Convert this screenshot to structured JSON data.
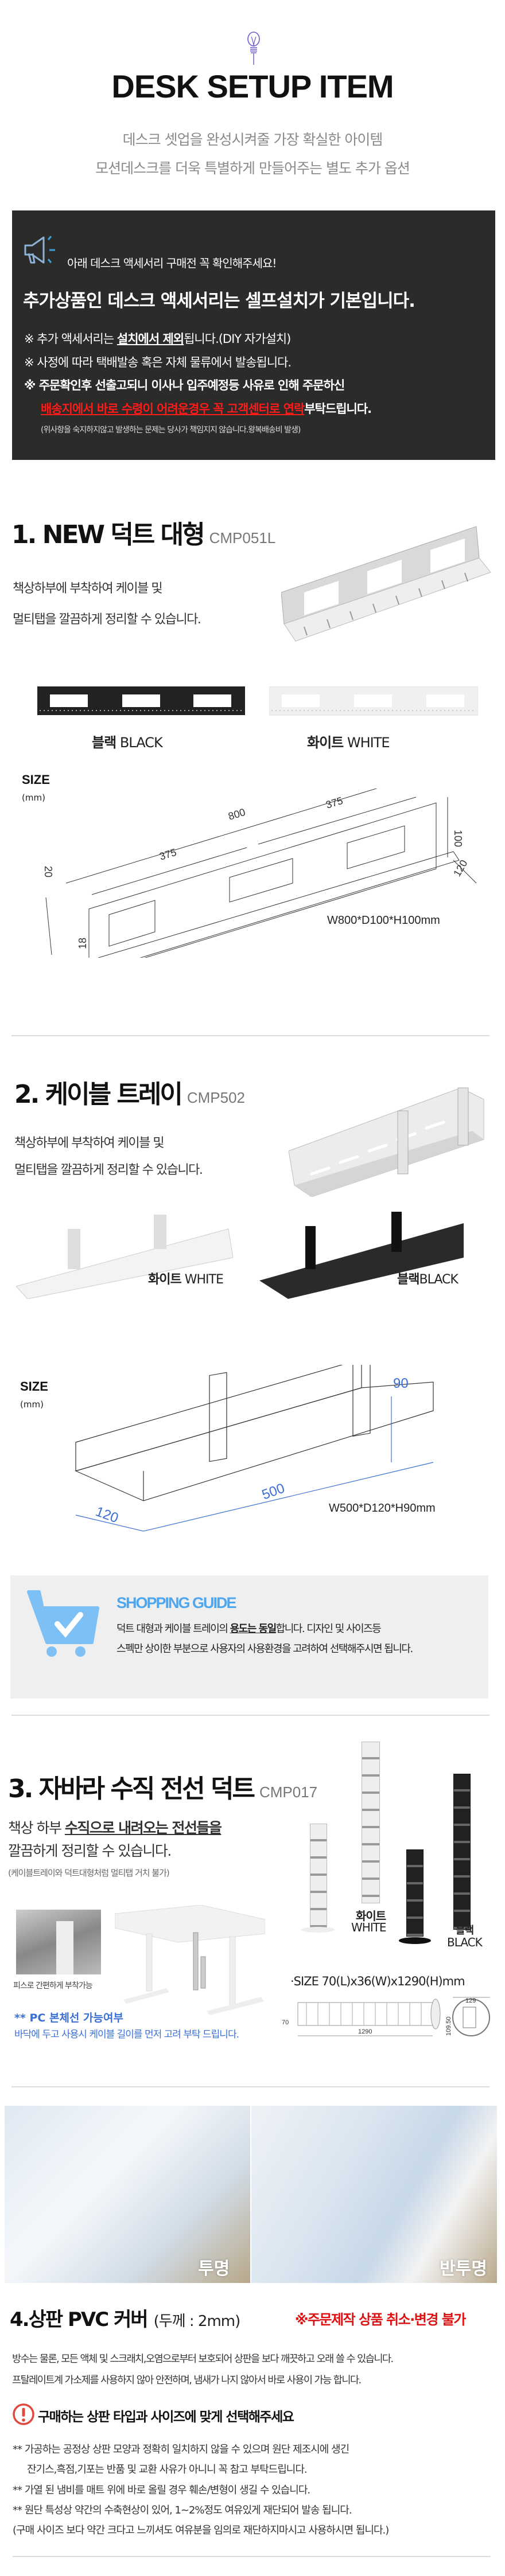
{
  "header": {
    "icon": "lightbulb-icon",
    "title": "DESK SETUP ITEM",
    "subtitle_1": "데스크 셋업을 완성시켜줄 가장 확실한 아이템",
    "subtitle_2": "모션데스크를 더욱 특별하게 만들어주는 별도 추가 옵션"
  },
  "notice": {
    "icon": "megaphone-icon",
    "header": "아래 데스크 액세서리 구매전 꼭 확인해주세요!",
    "headline": "추가상품인 데스크 액세서리는 셀프설치가 기본입니다.",
    "bullet1_pre": "※ 추가 액세서리는 ",
    "bullet1_em": "설치에서 제외",
    "bullet1_post": "됩니다.(DIY 자가설치)",
    "bullet2": "※ 사정에 따라 택배발송 혹은 자체 물류에서 발송됩니다.",
    "bullet3": "※ 주문확인후 선출고되니 이사나 입주예정등 사유로 인해 주문하신",
    "bullet4_red": "배송지에서 바로 수령이 어려운경우 꼭 고객센터로 연락",
    "bullet4_post": "부탁드립니다.",
    "footnote": "(위사항을 숙지하지않고 발생하는 문제는 당사가 책임지지 않습니다.왕복배송비 발생)",
    "accent_color": "#ff1a1a"
  },
  "section1": {
    "title": "1. NEW 덕트 대형",
    "code": "CMP051L",
    "desc_1": "책상하부에 부착하여 케이블 및",
    "desc_2": "멀티탭을 깔끔하게 정리할 수 있습니다.",
    "variant_black_ko": "블랙",
    "variant_black_en": "BLACK",
    "variant_white_ko": "화이트",
    "variant_white_en": "WHITE",
    "size_label": "SIZE",
    "size_unit": "(mm)",
    "dims": {
      "total": "800",
      "left": "375",
      "right": "375",
      "height": "100",
      "depth": "120",
      "lip": "20",
      "bottom": "18"
    },
    "spec": "W800*D100*H100mm"
  },
  "section2": {
    "title": "2. 케이블 트레이",
    "code": "CMP502",
    "desc_1": "책상하부에 부착하여 케이블 및",
    "desc_2": "멀티탭을 깔끔하게 정리할 수 있습니다.",
    "variant_white_ko": "화이트",
    "variant_white_en": "WHITE",
    "variant_black_ko": "블랙",
    "variant_black_en": "BLACK",
    "size_label": "SIZE",
    "size_unit": "(mm)",
    "dims": {
      "height": "90",
      "length": "500",
      "depth": "120"
    },
    "spec": "W500*D120*H90mm"
  },
  "guide": {
    "icon": "shopping-cart-check-icon",
    "title": "SHOPPING GUIDE",
    "line1_pre": "덕트 대형과 케이블 트레이의 ",
    "line1_em": "용도는 동일",
    "line1_post": "합니다. 디자인 및 사이즈등",
    "line2": "스펙만 상이한 부분으로 사용자의 사용환경을 고려하여 선택해주시면 됩니다.",
    "accent_color": "#4ea6ef"
  },
  "section3": {
    "title": "3. 자바라 수직 전선 덕트",
    "code": "CMP017",
    "desc_pre": "책상 하부 ",
    "desc_em": "수직으로 내려오는 전선들을",
    "desc_2": "깔끔하게 정리할 수 있습니다.",
    "note": "(케이블트레이와 덕트대형처럼 멀티탭 거치 불가)",
    "photo_caption": "피스로 간편하게 부착가능",
    "pc_title": "** PC 본체선 가능여부",
    "pc_desc": "바닥에 두고 사용시 케이블 길이를 먼저 고려 부탁 드립니다.",
    "variant_white_ko": "화이트",
    "variant_white_en": "WHITE",
    "variant_black_ko": "블랙",
    "variant_black_en": "BLACK",
    "size_text": "·SIZE 70(L)x36(W)x1290(H)mm",
    "dims": {
      "length": "1290",
      "width": "70",
      "base": "129",
      "base_h": "109.50"
    }
  },
  "section4": {
    "photo_clear": "투명",
    "photo_semi": "반투명",
    "title": "4.상판 PVC 커버",
    "thickness": "(두께 : 2mm)",
    "warning": "※주문제작 상품 취소·변경 불가",
    "desc_1": "방수는 물론, 모든 액체 및 스크래치,오염으로부터 보호되어 상판을 보다 깨끗하고 오래 쓸 수 있습니다.",
    "desc_2": "프탈레이트계 가소제를 사용하지 않아 안전하며, 냄새가 나지 않아서 바로 사용이 가능 합니다.",
    "alert_icon": "exclamation-circle-icon",
    "alert_title": "구매하는 상판 타입과 사이즈에 맞게 선택해주세요",
    "bullets": [
      "** 가공하는 공정상 상판 모양과 정확히 일치하지 않을 수 있으며 원단 제조시에 생긴",
      "잔기스,흑점,기포는 반품 및 교환 사유가 아니니 꼭 참고 부탁드립니다.",
      "** 가열 된 냄비를 매트 위에 바로 올릴 경우 훼손/변형이 생길 수 있습니다.",
      "** 원단 특성상 약간의 수축현상이 있어, 1~2%정도 여유있게 재단되어 발송 됩니다.",
      "(구매 사이즈 보다 약간 크다고 느끼셔도 여유분을 임의로 재단하지마시고 사용하시면 됩니다.)"
    ],
    "warning_color": "#dd1111"
  }
}
